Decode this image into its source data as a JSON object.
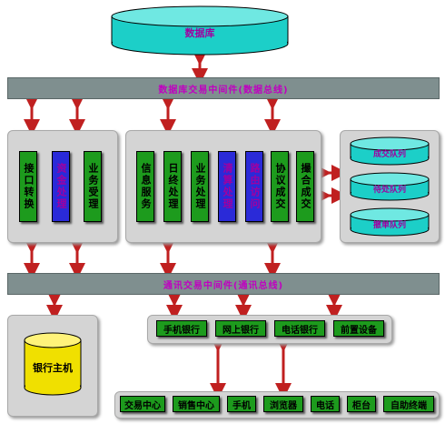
{
  "database": {
    "label": "数据库"
  },
  "data_bus": {
    "label": "数据库交易中间件(数据总线)"
  },
  "left_panel": {
    "items": [
      "接口转换",
      "资金处理",
      "业务受理"
    ]
  },
  "center_panel": {
    "items": [
      "信息服务",
      "日终处理",
      "业务处理",
      "清算处理",
      "路由访问",
      "协议成交",
      "撮合成交"
    ]
  },
  "queues": {
    "items": [
      "成交队列",
      "待处队列",
      "撤单队列"
    ]
  },
  "comm_bus": {
    "label": "通讯交易中间件(通讯总线)"
  },
  "bank_host": {
    "label": "银行主机"
  },
  "channels": {
    "items": [
      "手机银行",
      "网上银行",
      "电话银行",
      "前置设备"
    ]
  },
  "terminals": {
    "items": [
      "交易中心",
      "销售中心",
      "手机",
      "浏览器",
      "电话",
      "柜台",
      "自助终端"
    ]
  },
  "colors": {
    "green": "#1d9b1d",
    "blue": "#2a2ad8",
    "cyan": "#1ccfc8",
    "yellow": "#f0e000",
    "bus": "#7f8f8f",
    "arrow": "#c02020"
  }
}
